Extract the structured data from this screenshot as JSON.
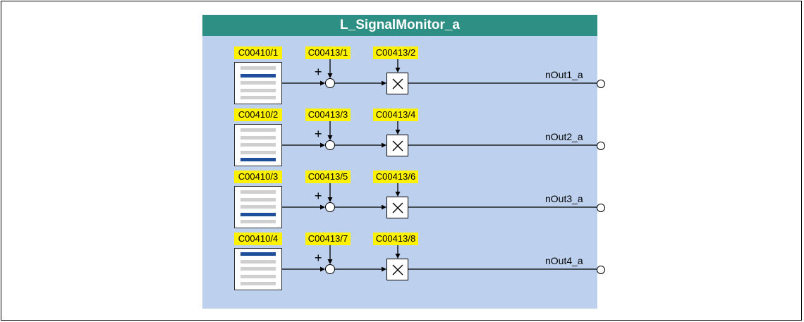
{
  "block": {
    "title": "L_SignalMonitor_a"
  },
  "channels": [
    {
      "selector_code": "C00410/1",
      "offset_code": "C00413/1",
      "gain_code": "C00413/2",
      "selected_index": 1,
      "output": "nOut1_a"
    },
    {
      "selector_code": "C00410/2",
      "offset_code": "C00413/3",
      "gain_code": "C00413/4",
      "selected_index": 4,
      "output": "nOut2_a"
    },
    {
      "selector_code": "C00410/3",
      "offset_code": "C00413/5",
      "gain_code": "C00413/6",
      "selected_index": 3,
      "output": "nOut3_a"
    },
    {
      "selector_code": "C00410/4",
      "offset_code": "C00413/7",
      "gain_code": "C00413/8",
      "selected_index": 0,
      "output": "nOut4_a"
    }
  ],
  "symbols": {
    "plus": "+"
  },
  "colors": {
    "header": "#2e8f85",
    "block_bg": "#bdd0ee",
    "tag_bg": "#fff200",
    "selected_bar": "#1f4e9a",
    "bar": "#cfcfcf"
  }
}
